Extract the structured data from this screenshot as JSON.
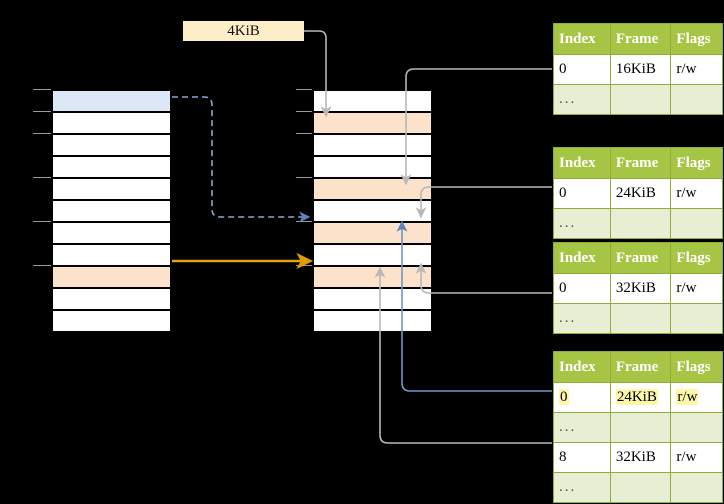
{
  "diagram": {
    "title_tag": {
      "label": "4KiB"
    },
    "background_color": "#000000",
    "colors": {
      "header_green": "#a6c544",
      "row_ellipsis": "#e8eed4",
      "highlight_yellow": "#fdf7a8",
      "row_blue": "#dce8f8",
      "row_orange": "#fde2cb",
      "wire_gray": "#b0b0b0",
      "wire_blue": "#6f96c8",
      "wire_orange": "#e8a200",
      "tag_cream": "#fdeec8"
    },
    "left_column": {
      "name": "virtual-address-space",
      "row_count": 11,
      "rows": [
        {
          "index": 0,
          "fill": "blue"
        },
        {
          "index": 1,
          "fill": "white"
        },
        {
          "index": 2,
          "fill": "white"
        },
        {
          "index": 3,
          "fill": "white"
        },
        {
          "index": 4,
          "fill": "white"
        },
        {
          "index": 5,
          "fill": "white"
        },
        {
          "index": 6,
          "fill": "white"
        },
        {
          "index": 7,
          "fill": "white"
        },
        {
          "index": 8,
          "fill": "orange"
        },
        {
          "index": 9,
          "fill": "white"
        },
        {
          "index": 10,
          "fill": "white"
        }
      ]
    },
    "middle_column": {
      "name": "physical-memory",
      "row_count": 11,
      "rows": [
        {
          "index": 0,
          "fill": "white"
        },
        {
          "index": 1,
          "fill": "orange"
        },
        {
          "index": 2,
          "fill": "white"
        },
        {
          "index": 3,
          "fill": "white"
        },
        {
          "index": 4,
          "fill": "orange"
        },
        {
          "index": 5,
          "fill": "white"
        },
        {
          "index": 6,
          "fill": "orange"
        },
        {
          "index": 7,
          "fill": "white"
        },
        {
          "index": 8,
          "fill": "orange"
        },
        {
          "index": 9,
          "fill": "white"
        },
        {
          "index": 10,
          "fill": "white"
        }
      ]
    },
    "tables": [
      {
        "name": "page-table-level-1",
        "headers": [
          "Index",
          "Frame",
          "Flags"
        ],
        "rows": [
          {
            "cells": [
              "0",
              "16KiB",
              "r/w"
            ],
            "kind": "data",
            "highlight": []
          },
          {
            "cells": [
              "...",
              "",
              ""
            ],
            "kind": "ellipsis",
            "highlight": []
          }
        ]
      },
      {
        "name": "page-table-level-2",
        "headers": [
          "Index",
          "Frame",
          "Flags"
        ],
        "rows": [
          {
            "cells": [
              "0",
              "24KiB",
              "r/w"
            ],
            "kind": "data",
            "highlight": []
          },
          {
            "cells": [
              "...",
              "",
              ""
            ],
            "kind": "ellipsis",
            "highlight": []
          }
        ]
      },
      {
        "name": "page-table-level-3",
        "headers": [
          "Index",
          "Frame",
          "Flags"
        ],
        "rows": [
          {
            "cells": [
              "0",
              "32KiB",
              "r/w"
            ],
            "kind": "data",
            "highlight": []
          },
          {
            "cells": [
              "...",
              "",
              ""
            ],
            "kind": "ellipsis",
            "highlight": []
          }
        ]
      },
      {
        "name": "page-table-level-4",
        "headers": [
          "Index",
          "Frame",
          "Flags"
        ],
        "rows": [
          {
            "cells": [
              "0",
              "24KiB",
              "r/w"
            ],
            "kind": "data",
            "highlight": [
              0,
              1,
              2
            ]
          },
          {
            "cells": [
              "...",
              "",
              ""
            ],
            "kind": "ellipsis",
            "highlight": []
          },
          {
            "cells": [
              "8",
              "32KiB",
              "r/w"
            ],
            "kind": "data",
            "highlight": []
          },
          {
            "cells": [
              "...",
              "",
              ""
            ],
            "kind": "ellipsis",
            "highlight": []
          }
        ]
      }
    ]
  }
}
